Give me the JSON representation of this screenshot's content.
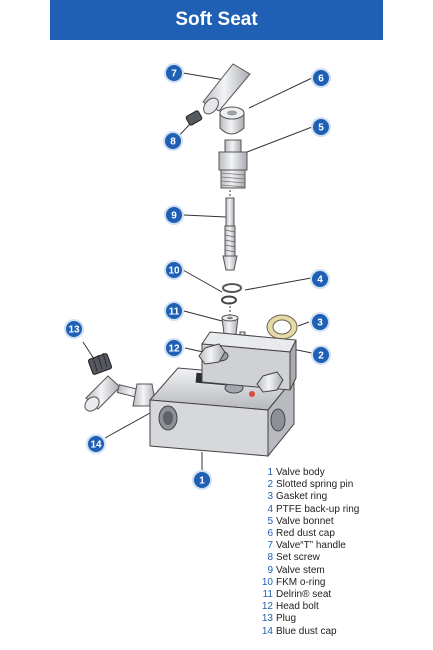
{
  "title": "Soft Seat",
  "colors": {
    "brand_blue": "#1f5fb4",
    "part_gray": "#d9dade",
    "callout_ring": "#cfe0f3"
  },
  "parts": [
    {
      "num": "1",
      "name": "Valve body"
    },
    {
      "num": "2",
      "name": "Slotted spring pin"
    },
    {
      "num": "3",
      "name": "Gasket ring"
    },
    {
      "num": "4",
      "name": "PTFE back-up ring"
    },
    {
      "num": "5",
      "name": "Valve bonnet"
    },
    {
      "num": "6",
      "name": "Red dust cap"
    },
    {
      "num": "7",
      "name": "Valve“T” handle"
    },
    {
      "num": "8",
      "name": "Set screw"
    },
    {
      "num": "9",
      "name": "Valve stem"
    },
    {
      "num": "10",
      "name": "FKM o-ring"
    },
    {
      "num": "11",
      "name": "Delrin® seat"
    },
    {
      "num": "12",
      "name": "Head bolt"
    },
    {
      "num": "13",
      "name": "Plug"
    },
    {
      "num": "14",
      "name": "Blue dust cap"
    }
  ]
}
